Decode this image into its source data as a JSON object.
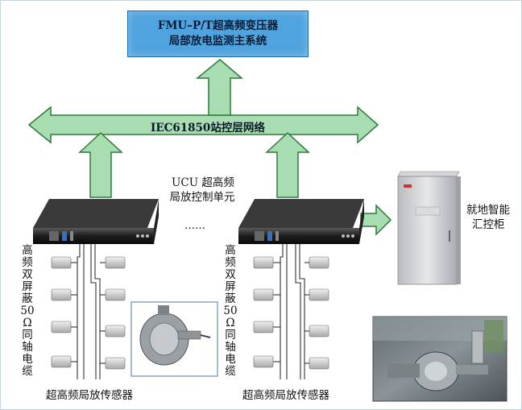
{
  "system_box": {
    "line1": "FMU–P/T超高频变压器",
    "line2": "局部放电监测主系统"
  },
  "bus_label": "IEC61850站控层网络",
  "ucu_label": {
    "line1": "UCU 超高频",
    "line2": "局放控制单元"
  },
  "ellipsis": "……",
  "cabinet_label": {
    "line1": "就地智能",
    "line2": "汇控柜"
  },
  "cable_label": "高频双屏蔽50Ω同轴电缆",
  "sensor_label": "超高频局放传感器",
  "colors": {
    "arrow_fill": "#a8dcb1",
    "arrow_stroke": "#2f7a3b",
    "box_fill": "#4fa3de"
  }
}
